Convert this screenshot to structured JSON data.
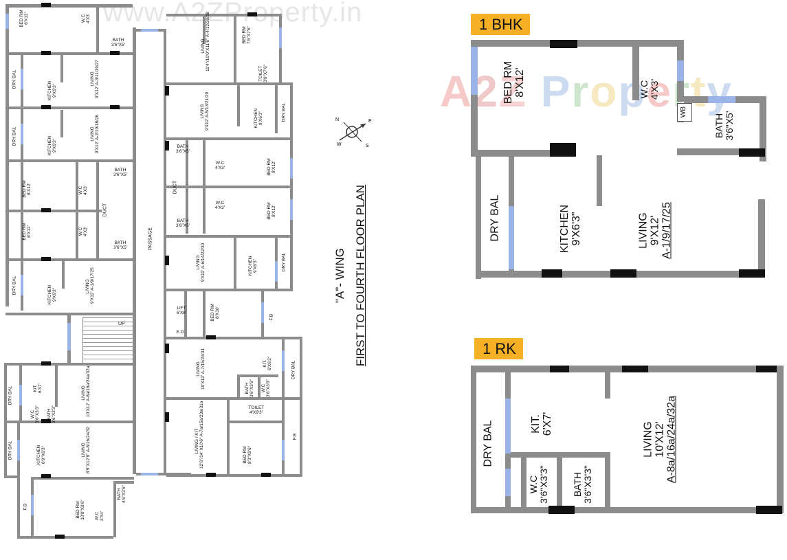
{
  "watermark": {
    "site": "www.A2ZProperty.in",
    "brand": "A2Z Property"
  },
  "wing_title": "\"A\"- WING",
  "floor_title": "FIRST TO FOURTH FLOOR  PLAN",
  "compass": [
    "N",
    "E",
    "S",
    "W"
  ],
  "bhk": {
    "tag": "1 BHK",
    "bed": "BED RM",
    "bed_size": "8'X12'",
    "wc": "W.C",
    "wc_size": "4'X3'",
    "wb": "WB",
    "bath": "BATH",
    "bath_size": "3'6\"X5'",
    "drybal": "DRY BAL",
    "kitchen": "KITCHEN",
    "kitchen_size": "9'X6'3\"",
    "living": "LIVING",
    "living_size": "9'X12'",
    "living_flat": "A-1/9/17/25"
  },
  "rk": {
    "tag": "1 RK",
    "drybal": "DRY BAL",
    "kit": "KIT.",
    "kit_size": "6'X7'",
    "wc": "W.C",
    "wc_size": "3'6\"X3'3\"",
    "bath": "BATH",
    "bath_size": "3'6\"X3'3\"",
    "living": "LIVING",
    "living_size": "10'X12'",
    "living_flat": "A-8a/16a/24a/32a"
  },
  "plan": {
    "passage": "PASSAGE",
    "lift": "LIFT",
    "lift_size": "6'X6'",
    "duct": "DUCT",
    "ed": "E.D",
    "up": "UP",
    "fb": "F.B",
    "left_units": [
      {
        "room": "BED RM",
        "size": "6'X12'"
      },
      {
        "room": "W.C",
        "size": "4'X3'"
      },
      {
        "room": "BATH",
        "size": "3'6\"X5'"
      },
      {
        "room": "DRY BAL",
        "size": ""
      },
      {
        "room": "KITCHEN",
        "size": "9'X6'3\""
      },
      {
        "room": "LIVING",
        "size": "9'X12' A-3/11/19/27"
      },
      {
        "room": "DRY BAL",
        "size": ""
      },
      {
        "room": "KITCHEN",
        "size": "9'X6'3\""
      },
      {
        "room": "LIVING",
        "size": "9'X12' A-2/10/18/26"
      },
      {
        "room": "BED RM",
        "size": "8'X12'"
      },
      {
        "room": "W.C",
        "size": "4'X3'"
      },
      {
        "room": "BATH",
        "size": "3'6\"X5'"
      },
      {
        "room": "BED RM",
        "size": "8'X12'"
      },
      {
        "room": "W.C",
        "size": "4'X3'"
      },
      {
        "room": "BATH",
        "size": "3'6\"X5'"
      },
      {
        "room": "DRY BAL",
        "size": ""
      },
      {
        "room": "KITCHEN",
        "size": "9'X6'3\""
      },
      {
        "room": "LIVING",
        "size": "9'X12' A-1/9/17/25"
      },
      {
        "room": "KIT.",
        "size": "6'X7'"
      },
      {
        "room": "LIVING",
        "size": "10'X12' A-8a/16a/24a/32a"
      },
      {
        "room": "W.C",
        "size": "3'6\"X3'3\""
      },
      {
        "room": "BATH",
        "size": "3'6\"X3'3\""
      },
      {
        "room": "DRY BAL",
        "size": ""
      },
      {
        "room": "KITCHEN",
        "size": "8'9\"X6'3\""
      },
      {
        "room": "LIVING",
        "size": "8'9\"X12'9\" A-8/16/24/32"
      },
      {
        "room": "BED RM",
        "size": "10'0\"X9'6\""
      },
      {
        "room": "W.C",
        "size": "3'X4'"
      },
      {
        "room": "BATH",
        "size": "4'6\"X3'6\""
      },
      {
        "room": "F.B",
        "size": ""
      }
    ],
    "right_units": [
      {
        "room": "LIVING",
        "size": "11'4\"/10'0\"X11'6\" A-4/12/20/28"
      },
      {
        "room": "BED RM",
        "size": "7'6\"X7'6\""
      },
      {
        "room": "TOILET",
        "size": "3'6\"X7'6\""
      },
      {
        "room": "LIVING",
        "size": "9'X12' A-5/13/21/29"
      },
      {
        "room": "KITCHEN",
        "size": "9'X6'3\""
      },
      {
        "room": "DRY BAL",
        "size": ""
      },
      {
        "room": "BATH",
        "size": "3'6\"X5'"
      },
      {
        "room": "W.C",
        "size": "4'X3'"
      },
      {
        "room": "BED RM",
        "size": "8'X12'"
      },
      {
        "room": "W.C",
        "size": "4'X3'"
      },
      {
        "room": "BED RM",
        "size": "8'X12'"
      },
      {
        "room": "BATH",
        "size": "3'6\"X5'"
      },
      {
        "room": "LIVING",
        "size": "9'X12' A-6/14/22/30"
      },
      {
        "room": "KITCHEN",
        "size": "9'X6'3\""
      },
      {
        "room": "DRY BAL",
        "size": ""
      },
      {
        "room": "BED RM",
        "size": "8'X10'"
      },
      {
        "room": "LIVING",
        "size": "10'X12' A-7/15/23/31"
      },
      {
        "room": "KIT.",
        "size": "6'X6'3\""
      },
      {
        "room": "BATH",
        "size": "3'6\"X3'6\""
      },
      {
        "room": "W.C",
        "size": "3'6\"X3'6\""
      },
      {
        "room": "DRY BAL",
        "size": ""
      },
      {
        "room": "LIVING / KIT",
        "size": "12'6\"/14' X10'6\" A-7a/15a/23a/31a"
      },
      {
        "room": "TOILET",
        "size": "4'X9'3\""
      },
      {
        "room": "BED RM",
        "size": "8'3\"X9'6\""
      },
      {
        "room": "F.B",
        "size": ""
      }
    ]
  }
}
